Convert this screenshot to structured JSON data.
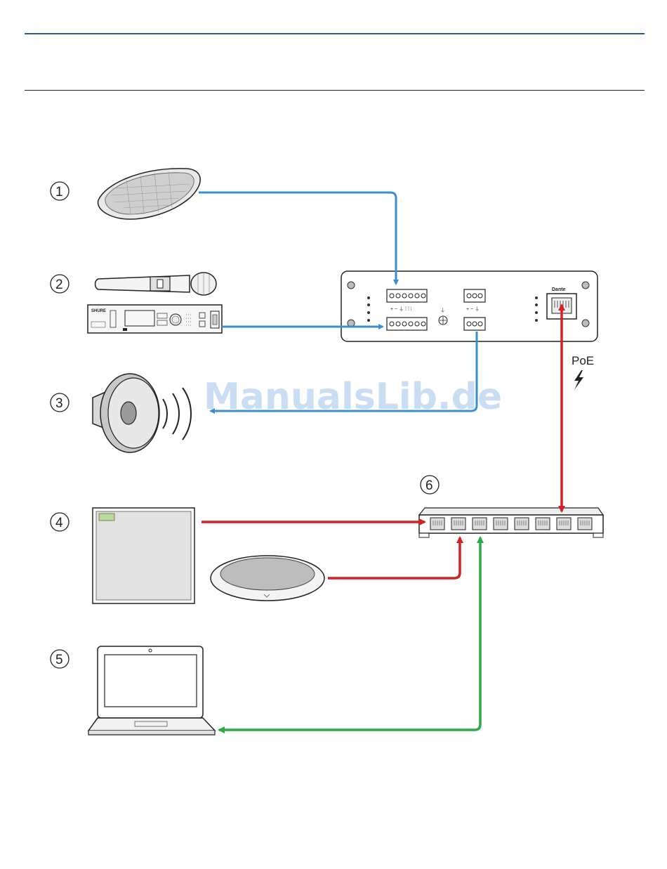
{
  "markers": [
    "1",
    "2",
    "3",
    "4",
    "5",
    "6"
  ],
  "poe_label": "PoE",
  "dante_label": "Dante",
  "receiver_brand": "SHURE",
  "watermark": "ManualsLib.de",
  "colors": {
    "audio": "#3a8fd0",
    "poe": "#d42027",
    "network": "#2fa84a",
    "rule": "#1f5c99"
  },
  "icons": [
    "boundary-mic-icon",
    "wireless-mic-icon",
    "wireless-receiver-icon",
    "loudspeaker-icon",
    "ceiling-array-mic-icon",
    "table-array-mic-icon",
    "laptop-icon",
    "network-switch-icon",
    "audio-interface-icon",
    "lightning-icon"
  ]
}
